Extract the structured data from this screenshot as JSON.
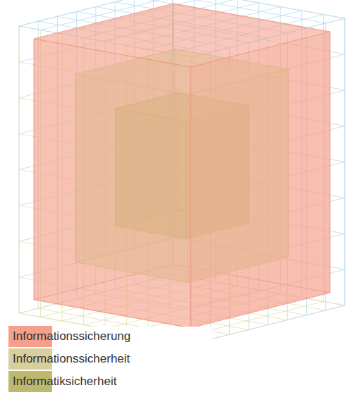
{
  "diagram": {
    "legend": [
      {
        "text": "Informationssicherung",
        "color": "#f4a08a"
      },
      {
        "text": "Informationssicherheit",
        "color": "#d8cf9c"
      },
      {
        "text": "Informatiksicherheit",
        "color": "#bcb86e"
      }
    ]
  }
}
